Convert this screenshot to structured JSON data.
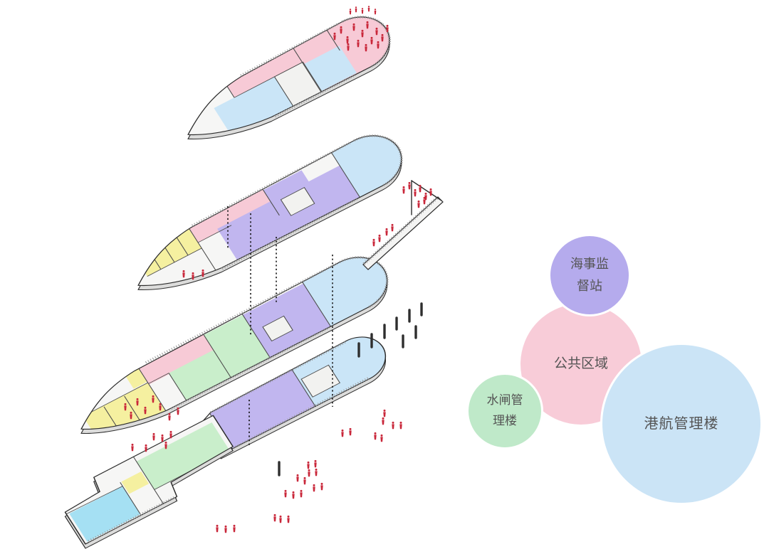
{
  "legend": {
    "items": [
      {
        "id": "maritime",
        "label": "海事监督站",
        "color": "#b5abed"
      },
      {
        "id": "public",
        "label": "公共区域",
        "color": "#f8ccd8"
      },
      {
        "id": "sluice",
        "label": "水闸管理楼",
        "color": "#bfe9c9"
      },
      {
        "id": "port",
        "label": "港航管理楼",
        "color": "#cbe4f6"
      }
    ]
  },
  "diagram": {
    "kind": "exploded axonometric floor plans",
    "floor_plates": 5,
    "zone_colors": {
      "pink_public": "#f7cad6",
      "blue_port": "#cae5f7",
      "purple_maritime": "#c1b6ef",
      "green_rooms": "#c9eecb",
      "yellow_rooms": "#f5f0a0",
      "cyan_pool": "#a5e0f3",
      "person_red": "#c9273a",
      "wall_gray": "#ececeb"
    }
  }
}
